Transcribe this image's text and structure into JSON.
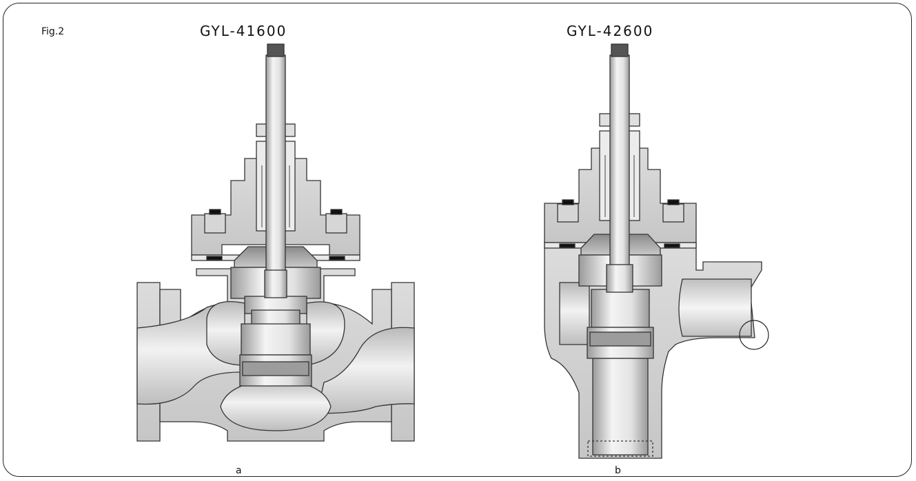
{
  "figure": {
    "label": "Fig.2",
    "left_title": "GYL-41600",
    "right_title": "GYL-42600",
    "left_caption": "a",
    "right_caption": "b"
  }
}
